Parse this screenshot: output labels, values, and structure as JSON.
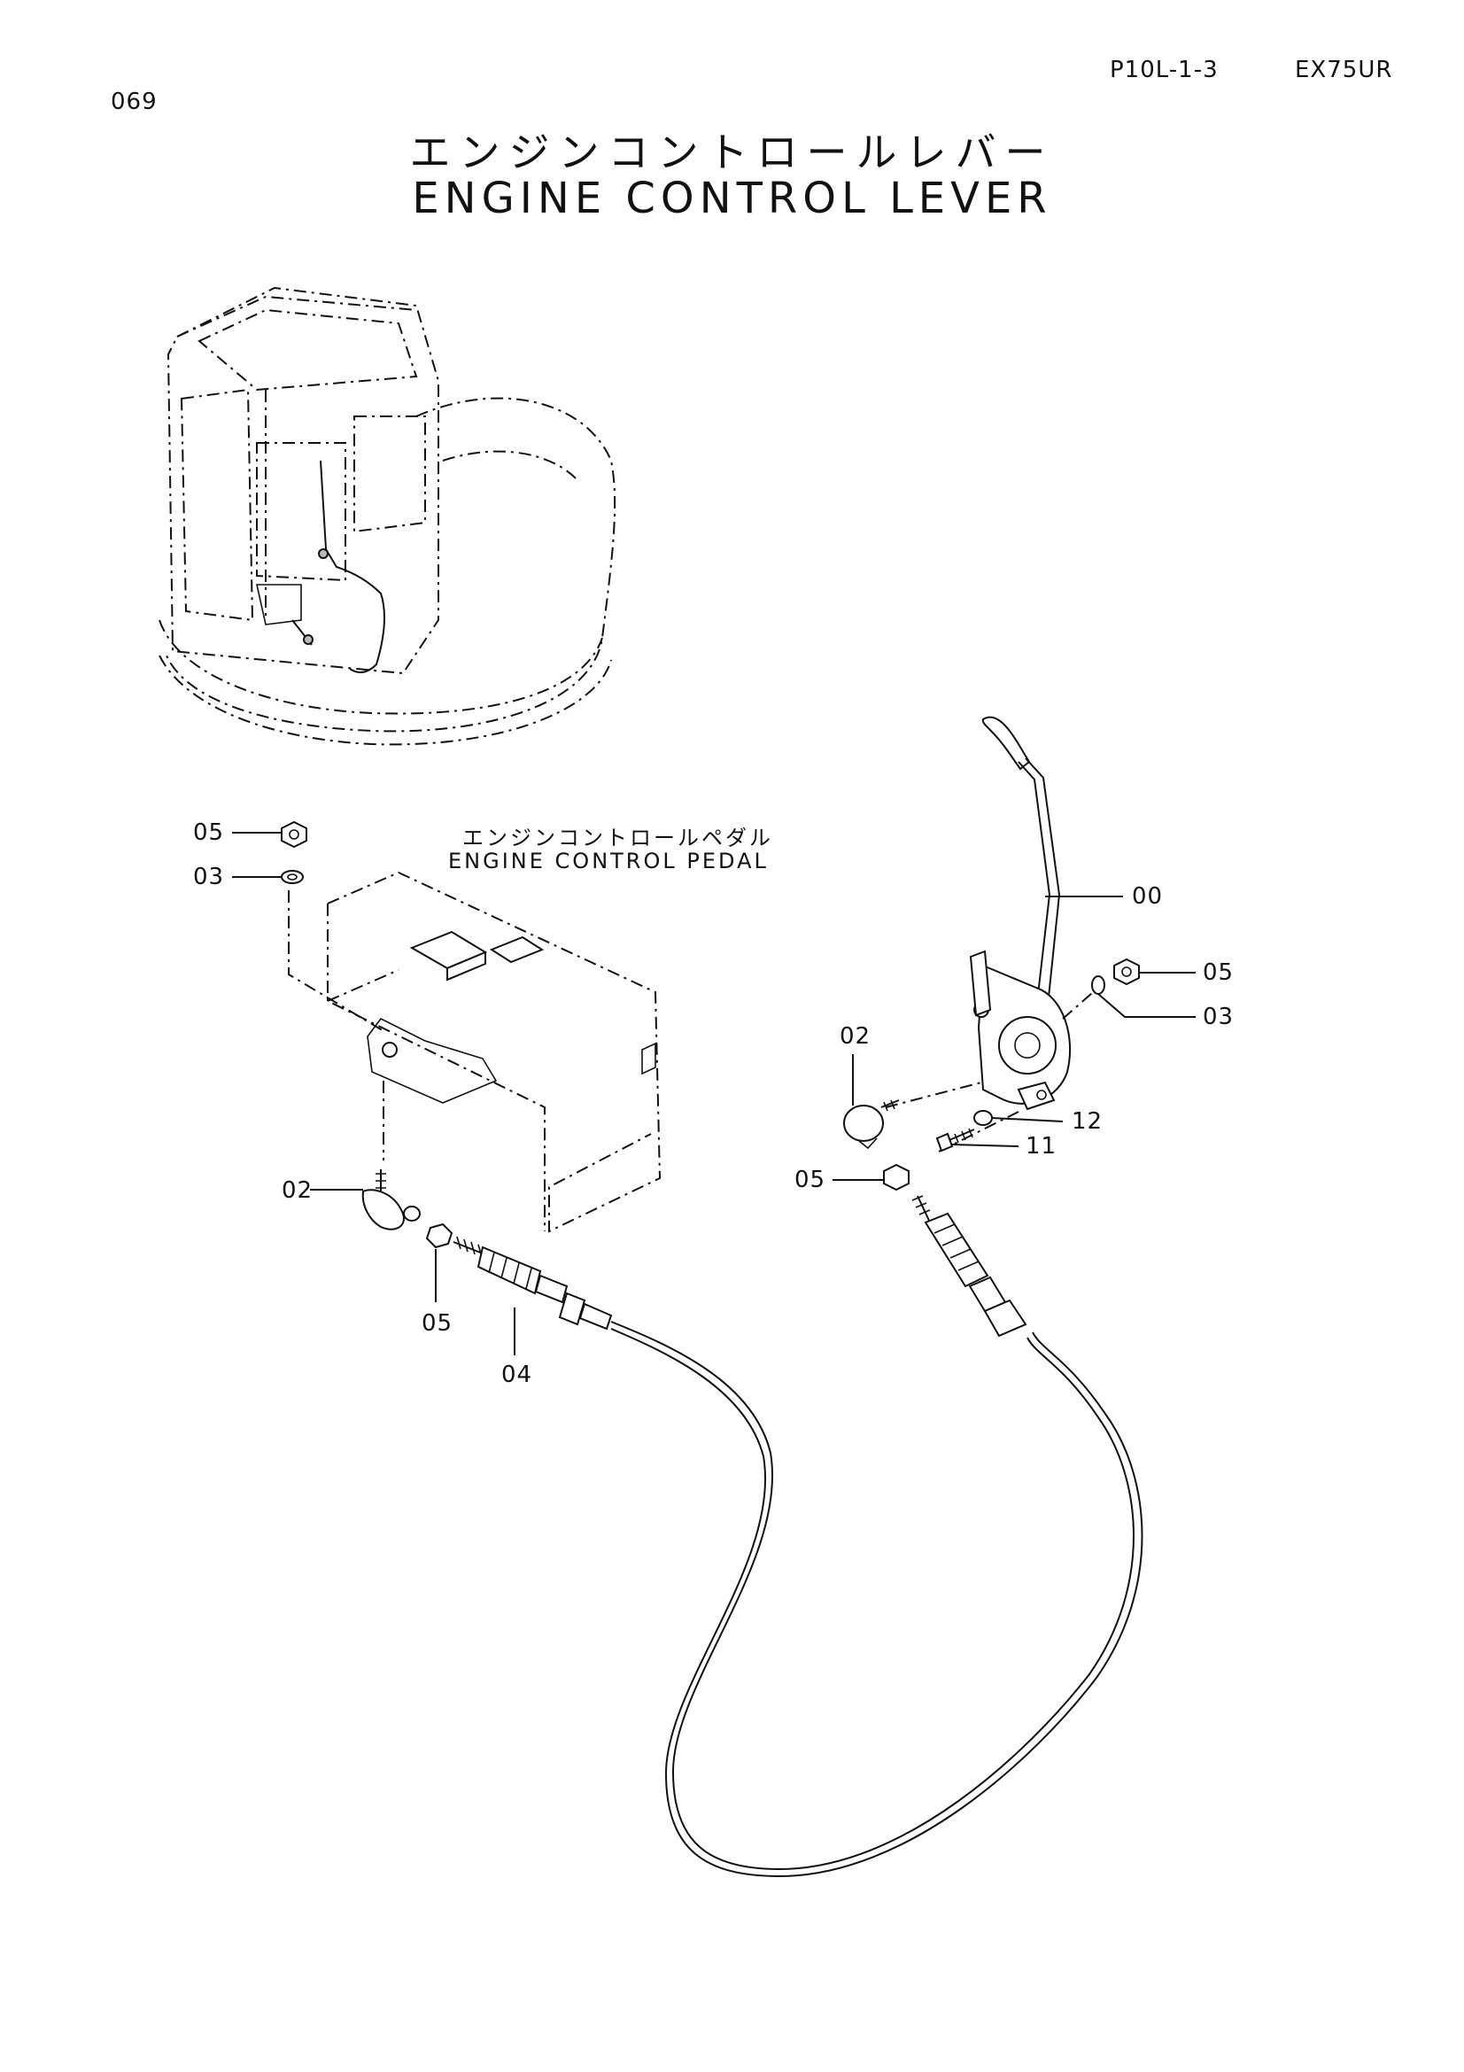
{
  "header": {
    "page_number": "069",
    "code": "P10L-1-3",
    "model": "EX75UR"
  },
  "title": {
    "japanese": "エンジンコントロールレバー",
    "english": "ENGINE CONTROL LEVER"
  },
  "subassembly": {
    "japanese": "エンジンコントロールペダル",
    "english": "ENGINE CONTROL PEDAL"
  },
  "callouts": {
    "left_05_top": "05",
    "left_03": "03",
    "left_02": "02",
    "left_05_bottom": "05",
    "left_04": "04",
    "right_00": "00",
    "right_05_top": "05",
    "right_03": "03",
    "right_02": "02",
    "right_12": "12",
    "right_11": "11",
    "right_05_bottom": "05"
  }
}
